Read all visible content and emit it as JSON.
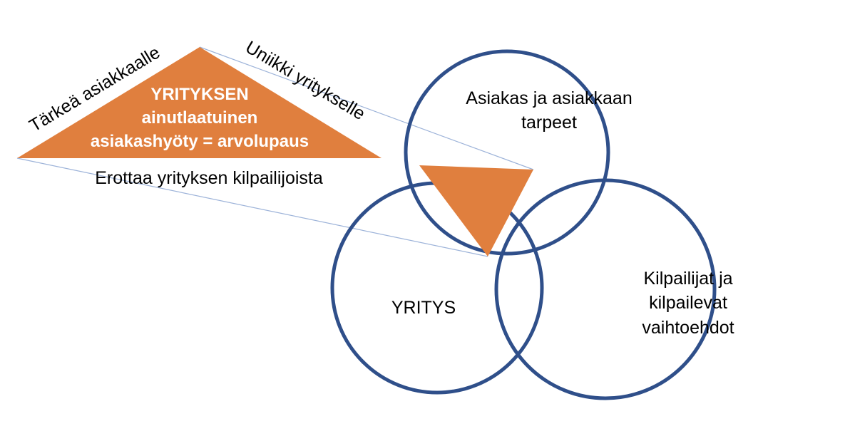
{
  "colors": {
    "circle_stroke": "#2f4f8a",
    "triangle_fill": "#e07f3e",
    "connector_line": "#9db3d9",
    "triangle_text": "#ffffff"
  },
  "triangle": {
    "title_lines": [
      "YRITYKSEN",
      "ainutlaatuinen",
      "asiakashyöty = arvolupaus"
    ],
    "left_side_label": "Tärkeä asiakkaalle",
    "right_side_label": "Uniikki yritykselle",
    "base_label": "Erottaa yrityksen kilpailijoista"
  },
  "circles": {
    "customer": {
      "lines": [
        "Asiakas ja asiakkaan",
        "tarpeet"
      ]
    },
    "company": {
      "lines": [
        "YRITYS"
      ]
    },
    "competitors": {
      "lines": [
        "Kilpailijat ja",
        "kilpailevat",
        "vaihtoehdot"
      ]
    }
  }
}
